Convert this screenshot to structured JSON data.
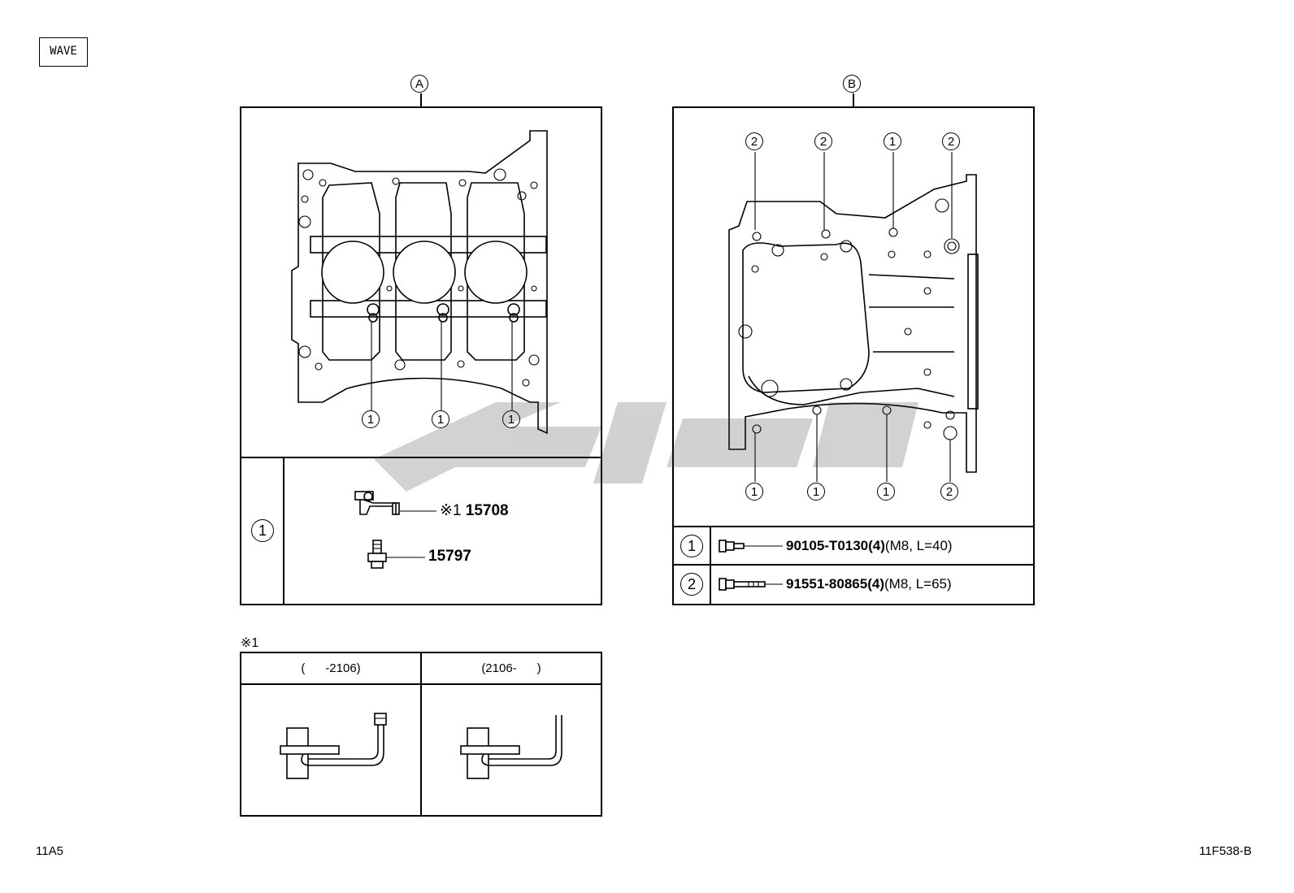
{
  "header": {
    "tag": "WAVE"
  },
  "panel_a": {
    "marker": "A",
    "callouts": [
      "1",
      "1",
      "1"
    ],
    "legend": {
      "key": "1",
      "parts": [
        {
          "ref_mark": "※1",
          "part_no": "15708",
          "icon": "oil-jet-icon"
        },
        {
          "part_no": "15797",
          "icon": "relief-bolt-icon"
        }
      ]
    }
  },
  "panel_b": {
    "marker": "B",
    "callouts_top": [
      "2",
      "2",
      "1",
      "2"
    ],
    "callouts_bottom": [
      "1",
      "1",
      "1",
      "2"
    ],
    "legend": [
      {
        "key": "1",
        "part_no": "90105-T0130",
        "qty": "(4)",
        "spec": "(M8, L=40)",
        "icon": "short-bolt-icon"
      },
      {
        "key": "2",
        "part_no": "91551-80865",
        "qty": "(4)",
        "spec": "(M8, L=65)",
        "icon": "long-bolt-icon"
      }
    ]
  },
  "variants": {
    "note": "※1",
    "columns": [
      {
        "label": "(      -2106)",
        "icon": "oil-jet-early-icon"
      },
      {
        "label": "(2106-      )",
        "icon": "oil-jet-late-icon"
      }
    ]
  },
  "footer": {
    "left_code": "11A5",
    "right_code": "11F538-B"
  }
}
